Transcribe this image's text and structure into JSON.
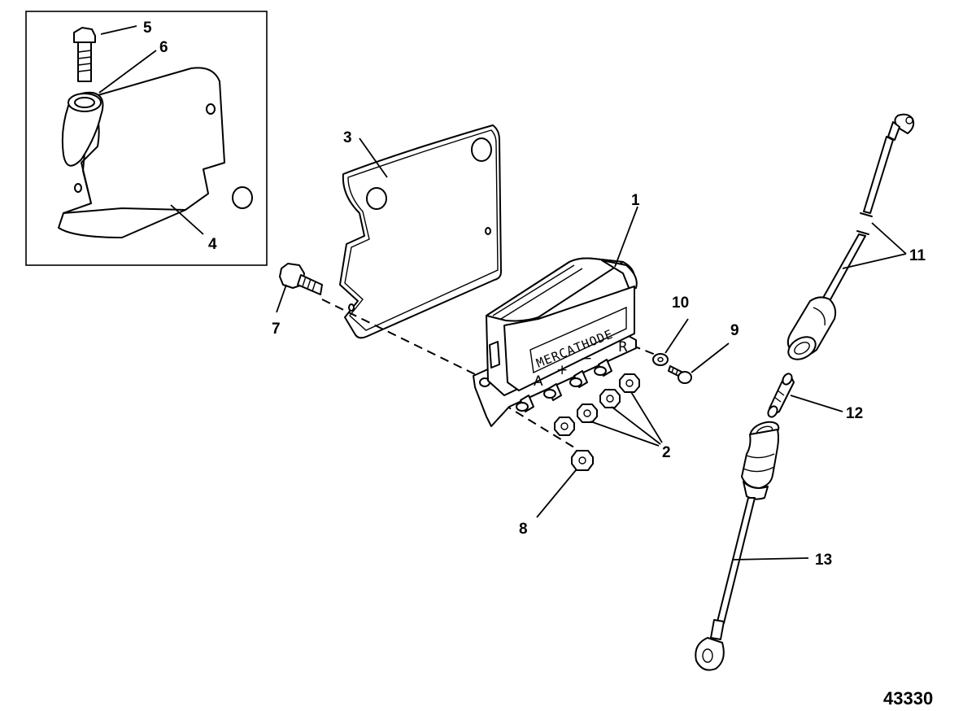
{
  "figure_number": "43330",
  "callouts": {
    "c1": "1",
    "c2": "2",
    "c3": "3",
    "c4": "4",
    "c5": "5",
    "c6": "6",
    "c7": "7",
    "c8": "8",
    "c9": "9",
    "c10": "10",
    "c11": "11",
    "c12": "12",
    "c13": "13"
  },
  "controller": {
    "brand_label": "MERCATHODE",
    "terminals": {
      "a": "A",
      "plus": "+",
      "minus": "−",
      "r": "R"
    }
  }
}
